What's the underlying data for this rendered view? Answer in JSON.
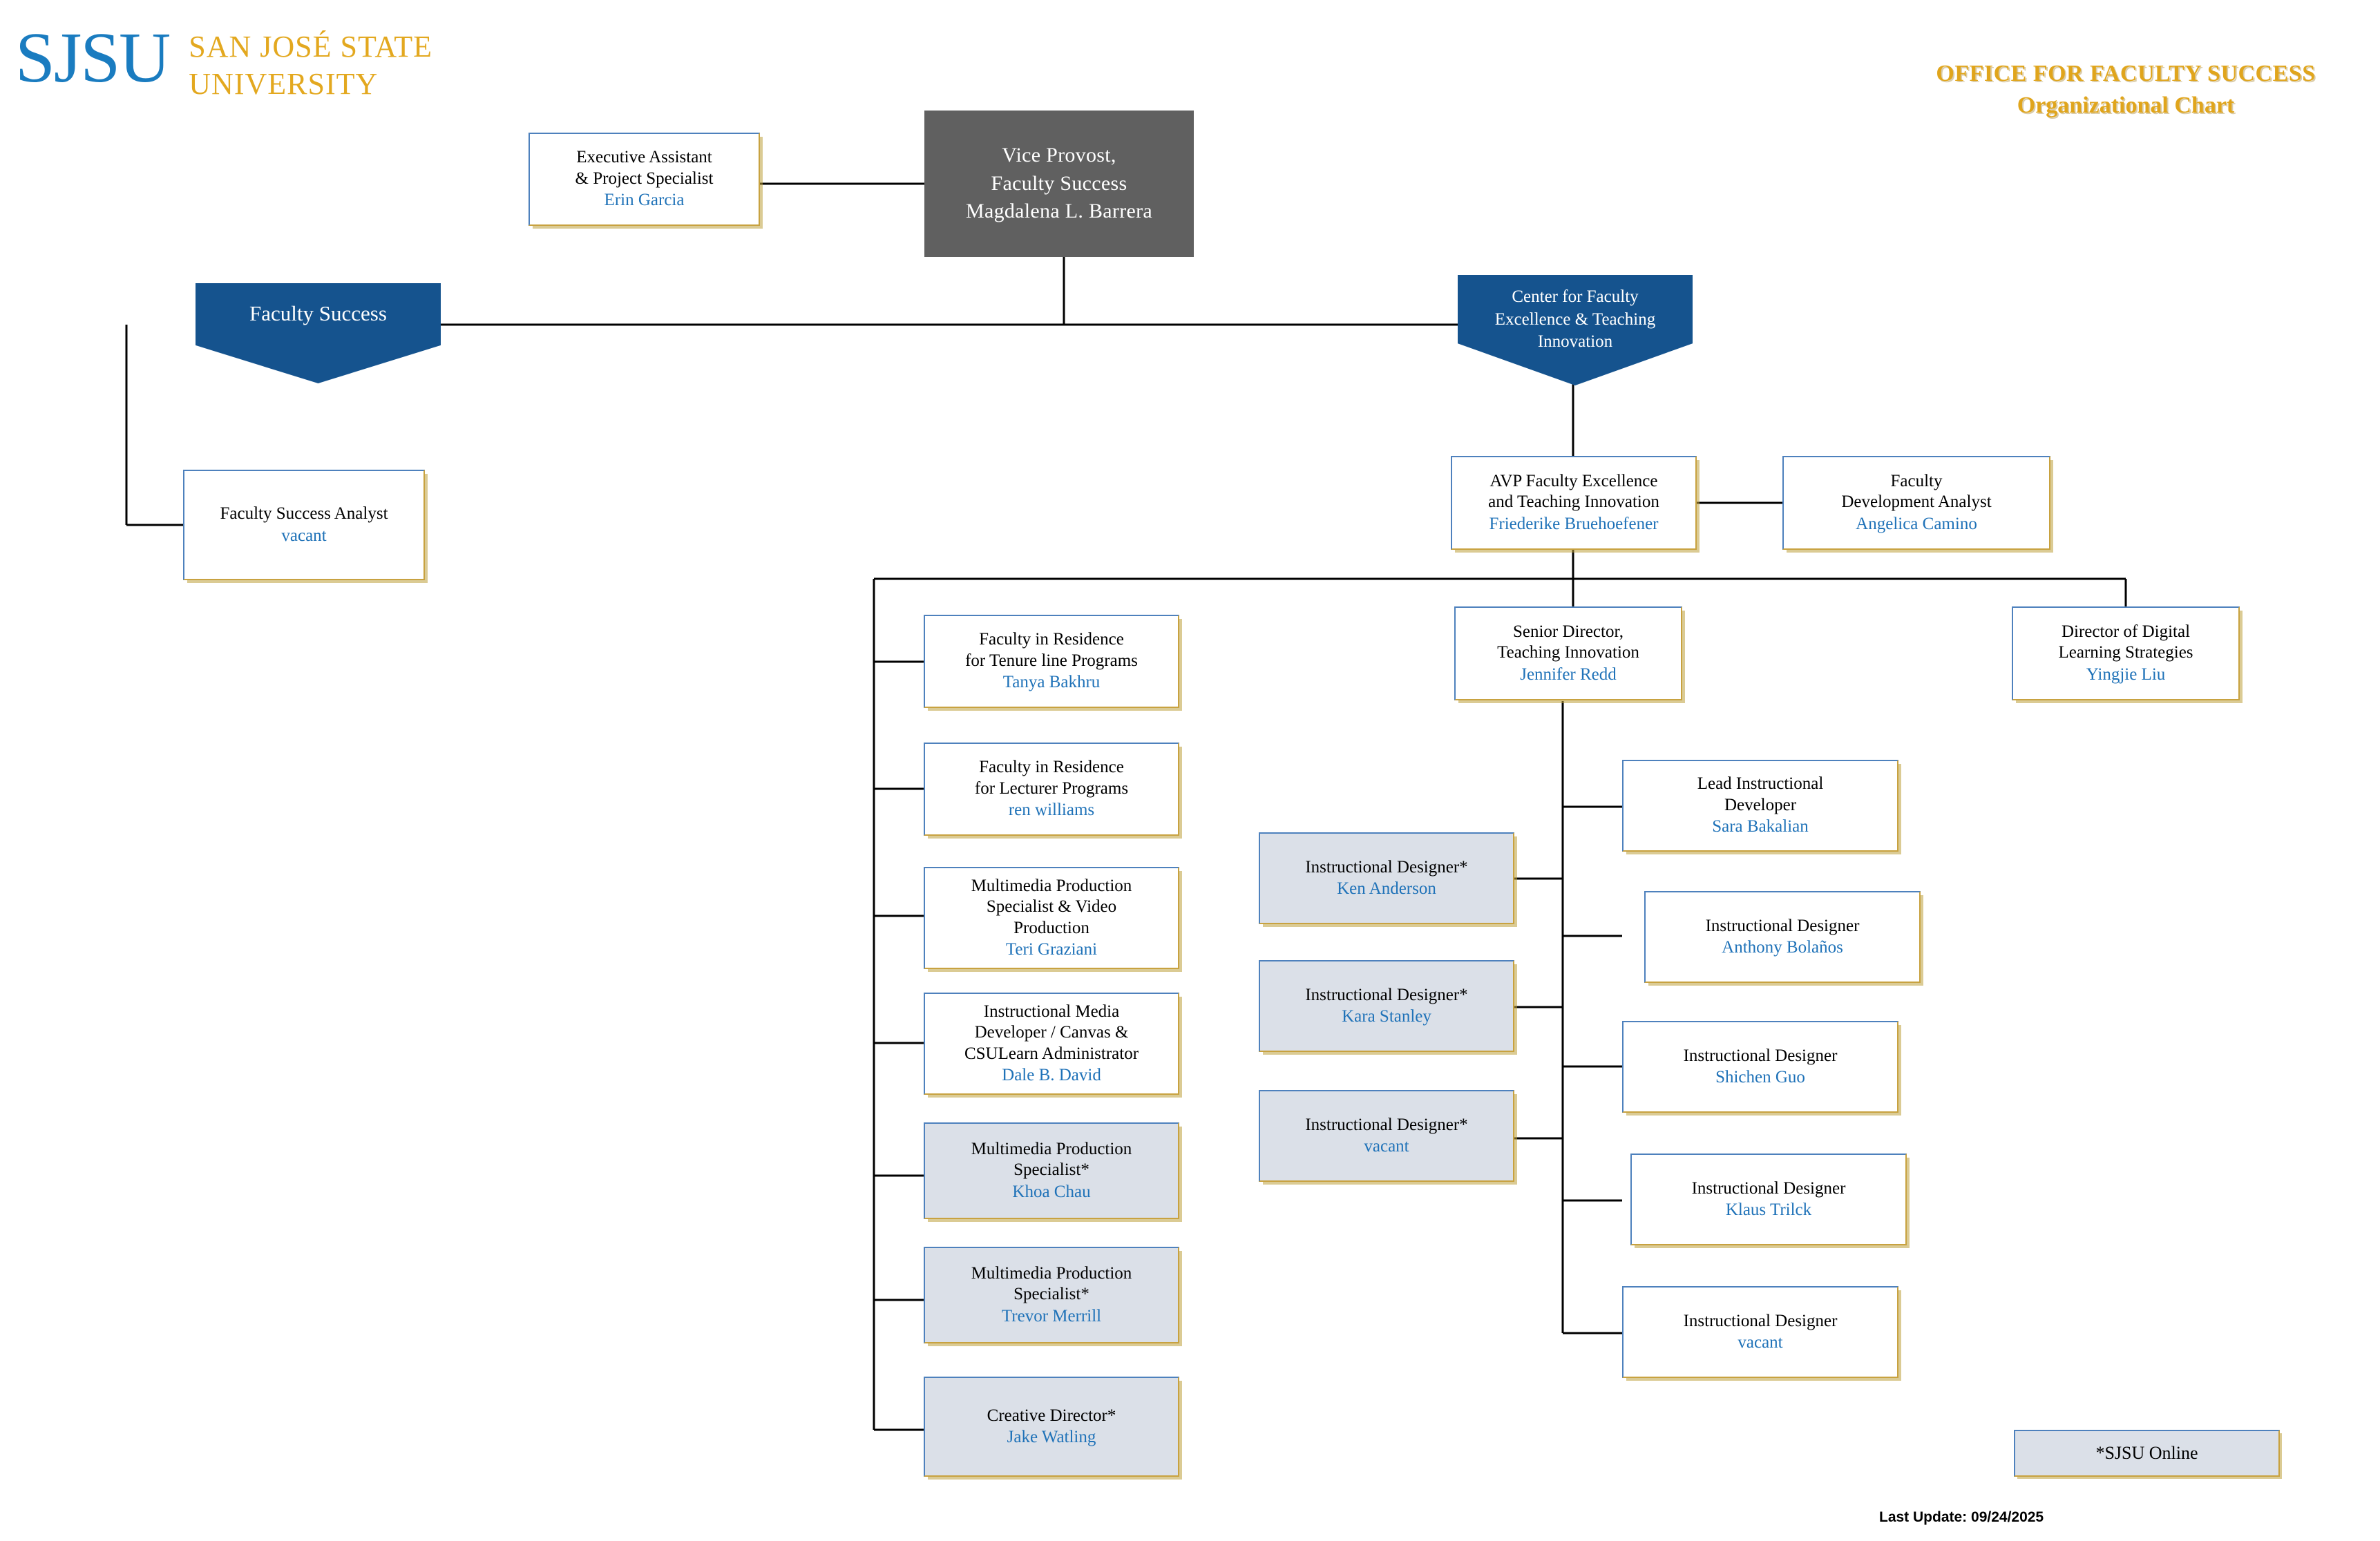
{
  "brand": {
    "logo_mark": "SJSU",
    "logo_line1": "SAN JOSÉ STATE",
    "logo_line2": "UNIVERSITY",
    "blue": "#1A7CC0",
    "gold": "#E3A81F"
  },
  "header": {
    "title_line1": "OFFICE FOR FACULTY SUCCESS",
    "title_line2": "Organizational Chart",
    "title_color": "#E0A51C"
  },
  "colors": {
    "banner_blue": "#15538E",
    "box_border_blue": "#4E81BD",
    "box_border_gold": "#C8A240",
    "person_blue": "#1F72B8",
    "gray_fill": "#DBE0E8",
    "vp_gray": "#606060"
  },
  "nodes": {
    "vice_provost": {
      "title_line1": "Vice Provost,",
      "title_line2": "Faculty Success",
      "person": "Magdalena L. Barrera"
    },
    "executive_assistant": {
      "title_line1": "Executive Assistant",
      "title_line2": "& Project Specialist",
      "person": "Erin Garcia"
    },
    "faculty_success_banner": {
      "label": "Faculty Success"
    },
    "cfeti_banner": {
      "line1": "Center for Faculty",
      "line2": "Excellence & Teaching",
      "line3": "Innovation"
    },
    "faculty_success_analyst": {
      "title_line1": "Faculty Success Analyst",
      "person": "vacant"
    },
    "avp": {
      "title_line1": "AVP Faculty Excellence",
      "title_line2": "and Teaching Innovation",
      "person": "Friederike Bruehoefener"
    },
    "faculty_development_analyst": {
      "title_line1": "Faculty",
      "title_line2": "Development Analyst",
      "person": "Angelica Camino"
    },
    "senior_director": {
      "title_line1": "Senior Director,",
      "title_line2": "Teaching Innovation",
      "person": "Jennifer Redd"
    },
    "director_digital": {
      "title_line1": "Director of Digital",
      "title_line2": "Learning Strategies",
      "person": "Yingjie Liu"
    }
  },
  "left_column": [
    {
      "title_line1": "Faculty in Residence",
      "title_line2": "for Tenure line Programs",
      "person": "Tanya Bakhru",
      "gray": false
    },
    {
      "title_line1": "Faculty in Residence",
      "title_line2": "for Lecturer Programs",
      "person": "ren williams",
      "gray": false
    },
    {
      "title_line1": "Multimedia Production",
      "title_line2": "Specialist & Video",
      "title_line3": "Production",
      "person": "Teri Graziani",
      "gray": false
    },
    {
      "title_line1": "Instructional Media",
      "title_line2": "Developer / Canvas &",
      "title_line3": "CSULearn Administrator",
      "person": "Dale B. David",
      "gray": false
    },
    {
      "title_line1": "Multimedia Production",
      "title_line2": "Specialist*",
      "person": "Khoa Chau",
      "gray": true
    },
    {
      "title_line1": "Multimedia Production",
      "title_line2": "Specialist*",
      "person": "Trevor Merrill",
      "gray": true
    },
    {
      "title_line1": "Creative Director*",
      "person": "Jake Watling",
      "gray": true
    }
  ],
  "middle_column": [
    {
      "title_line1": "Instructional Designer*",
      "person": "Ken Anderson",
      "gray": true
    },
    {
      "title_line1": "Instructional Designer*",
      "person": "Kara Stanley",
      "gray": true
    },
    {
      "title_line1": "Instructional Designer*",
      "person": "vacant",
      "gray": true
    }
  ],
  "right_column": [
    {
      "title_line1": "Lead Instructional",
      "title_line2": "Developer",
      "person": "Sara Bakalian",
      "gray": false
    },
    {
      "title_line1": "Instructional Designer",
      "person": "Anthony Bolaños",
      "gray": false
    },
    {
      "title_line1": "Instructional Designer",
      "person": "Shichen Guo",
      "gray": false
    },
    {
      "title_line1": "Instructional Designer",
      "person": "Klaus Trilck",
      "gray": false
    },
    {
      "title_line1": "Instructional Designer",
      "person": "vacant",
      "gray": false
    }
  ],
  "legend": {
    "label": "*SJSU  Online"
  },
  "footer": {
    "last_update": "Last Update: 09/24/2025"
  }
}
